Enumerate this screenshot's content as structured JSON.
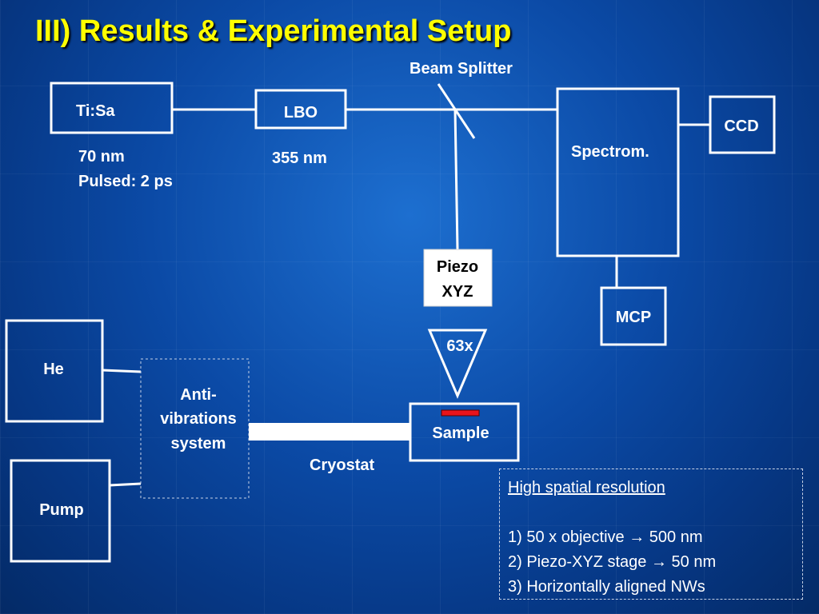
{
  "slide": {
    "title": "III) Results & Experimental Setup"
  },
  "diagram": {
    "laser": {
      "label": "Ti:Sa",
      "wavelength": "70 nm",
      "pulse": "Pulsed: 2 ps"
    },
    "crystal": {
      "label": "LBO",
      "wavelength": "355 nm"
    },
    "beam_splitter": "Beam Splitter",
    "spectrometer": "Spectrom.",
    "ccd": "CCD",
    "mcp": "MCP",
    "piezo": {
      "line1": "Piezo",
      "line2": "XYZ"
    },
    "objective": "63x",
    "sample": "Sample",
    "helium": "He",
    "pump": "Pump",
    "anti_vibration": {
      "line1": "Anti-",
      "line2": "vibrations",
      "line3": "system"
    },
    "cryostat": "Cryostat",
    "colors": {
      "sample_marker": "#e8141c",
      "title": "#ffff00"
    }
  },
  "info_box": {
    "heading": "High spatial resolution",
    "items": [
      {
        "text": "1) 50 x objective",
        "arrow": "→",
        "result": "500 nm"
      },
      {
        "text": "2) Piezo-XYZ stage ",
        "arrow": "→",
        "result": "50 nm"
      },
      {
        "text": "3) Horizontally aligned NWs"
      }
    ]
  }
}
